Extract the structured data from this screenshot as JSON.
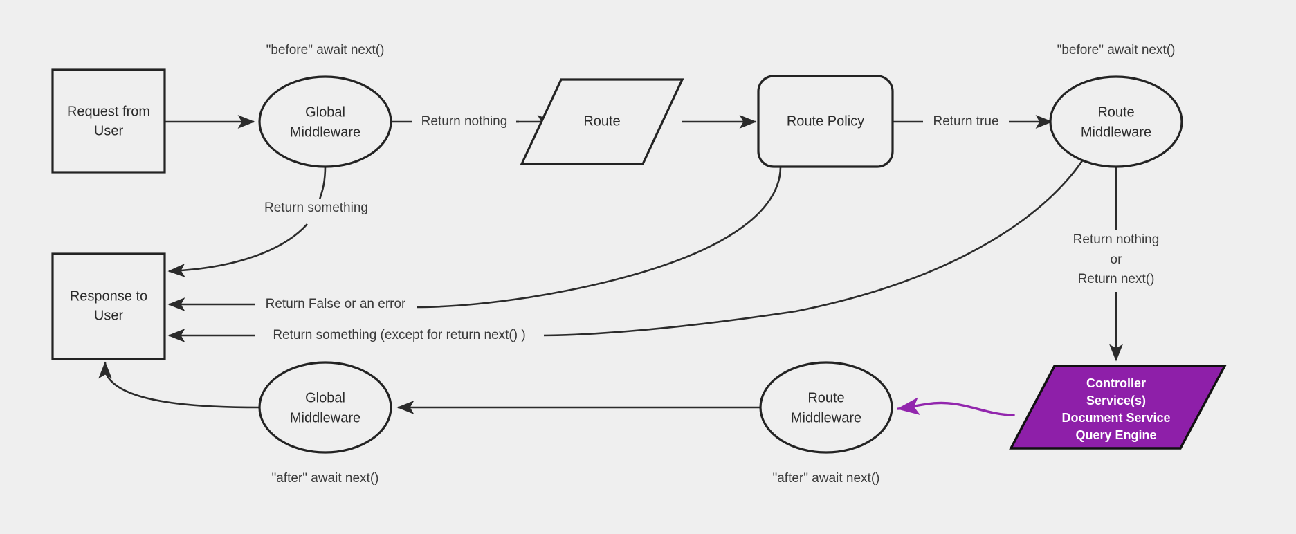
{
  "diagram": {
    "title": "Middleware request lifecycle flowchart",
    "background_color": "#efefef",
    "stroke_color": "#232323",
    "accent_color": "#8e1fa9",
    "nodes": {
      "request_from_user": {
        "line1": "Request from",
        "line2": "User",
        "shape": "rectangle"
      },
      "global_middleware_top": {
        "line1": "Global",
        "line2": "Middleware",
        "shape": "ellipse"
      },
      "route": {
        "line1": "Route",
        "shape": "parallelogram"
      },
      "route_policy": {
        "line1": "Route Policy",
        "shape": "rounded-rectangle"
      },
      "route_middleware_top": {
        "line1": "Route",
        "line2": "Middleware",
        "shape": "ellipse"
      },
      "controller": {
        "line1": "Controller",
        "line2": "Service(s)",
        "line3": "Document Service",
        "line4": "Query Engine",
        "shape": "parallelogram",
        "fill": "#8e1fa9",
        "text_color": "#ffffff"
      },
      "route_middleware_bottom": {
        "line1": "Route",
        "line2": "Middleware",
        "shape": "ellipse"
      },
      "global_middleware_bottom": {
        "line1": "Global",
        "line2": "Middleware",
        "shape": "ellipse"
      },
      "response_to_user": {
        "line1": "Response to",
        "line2": "User",
        "shape": "rectangle"
      }
    },
    "notes": {
      "before_global": "\"before\" await next()",
      "before_route": "\"before\" await next()",
      "after_global": "\"after\" await next()",
      "after_route": "\"after\" await next()"
    },
    "edge_labels": {
      "return_nothing": "Return nothing",
      "return_something": "Return something",
      "return_true": "Return true",
      "return_false_or_error": "Return False or an error",
      "return_something_except": "Return something (except for return next() )",
      "return_nothing_or_next_1": "Return nothing",
      "return_nothing_or_next_2": "or",
      "return_nothing_or_next_3": "Return next()"
    }
  }
}
